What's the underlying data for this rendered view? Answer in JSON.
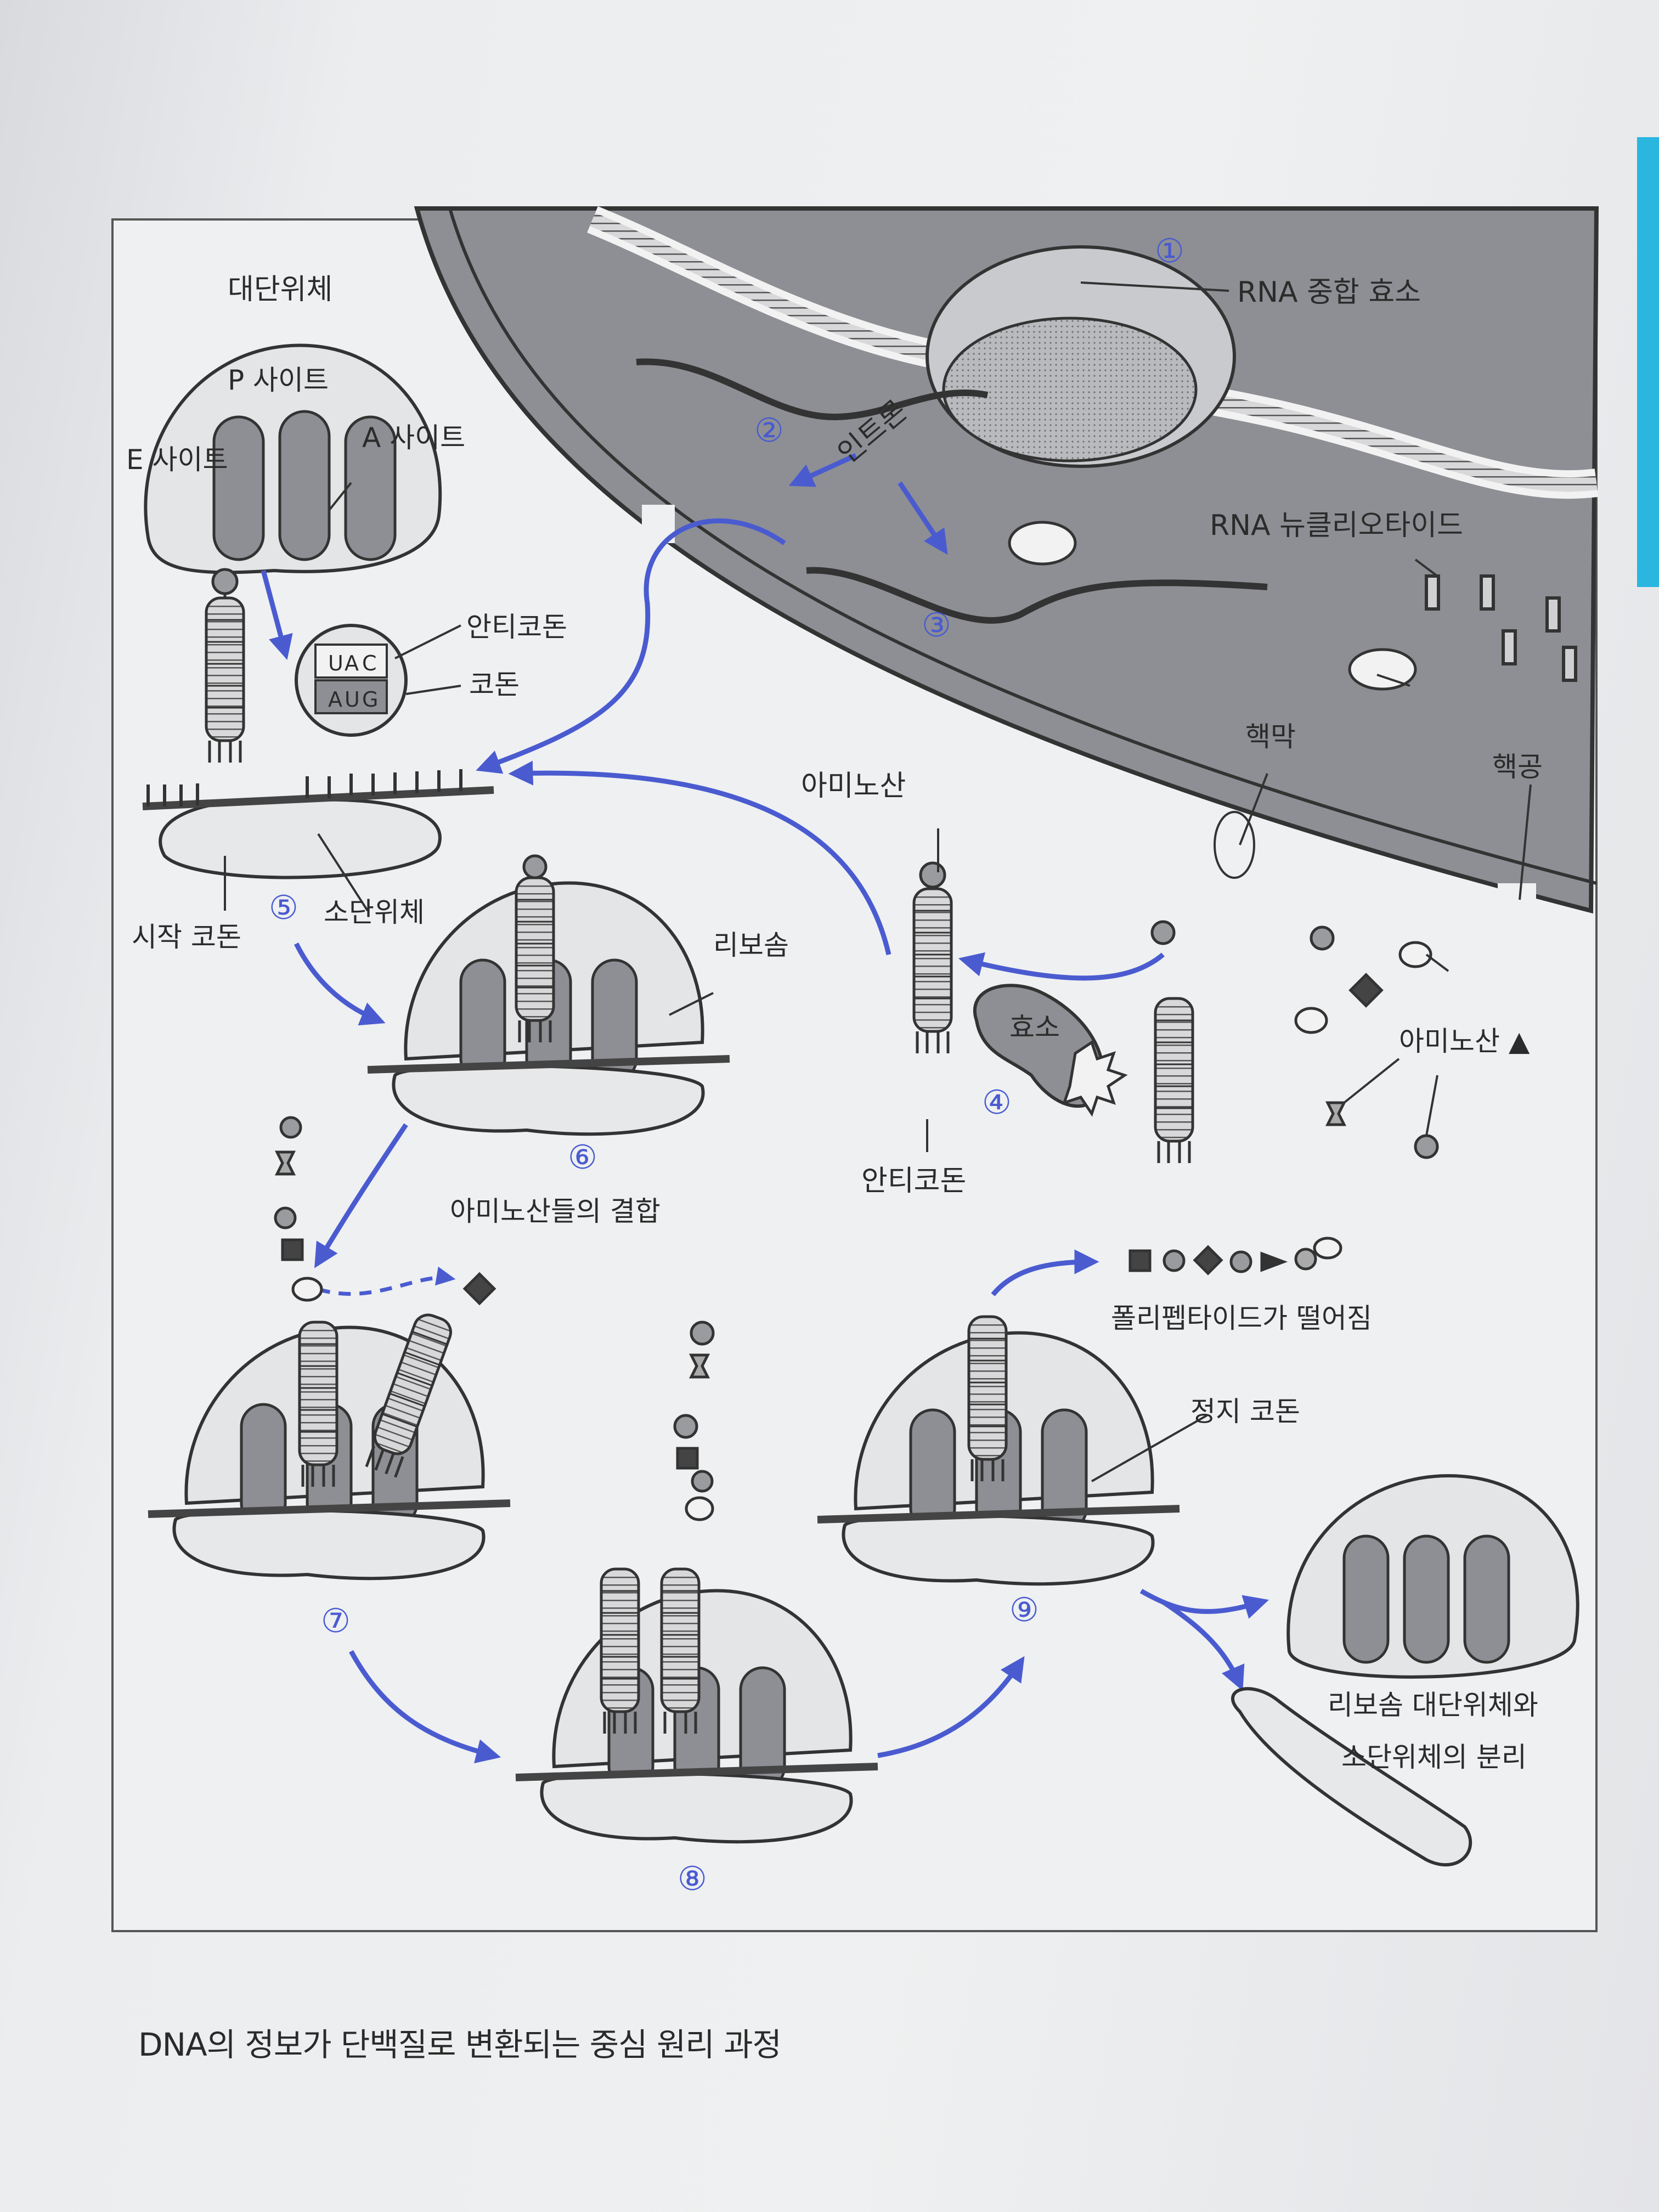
{
  "labels": {
    "large_subunit": "대단위체",
    "p_site": "P 사이트",
    "e_site": "E 사이트",
    "a_site": "A 사이트",
    "anticodon_top": "안티코돈",
    "codon": "코돈",
    "start_codon": "시작 코돈",
    "small_subunit": "소단위체",
    "ribosome": "리보솜",
    "intron": "인트론",
    "rna_polymerase": "RNA 중합 효소",
    "rna_nucleotide": "RNA 뉴클리오타이드",
    "nuclear_membrane": "핵막",
    "nuclear_pore": "핵공",
    "amino_acid_top": "아미노산",
    "enzyme": "효소",
    "anticodon_bottom": "안티코돈",
    "amino_acid_right": "아미노산 ▲",
    "amino_acid_bonding": "아미노산들의 결합",
    "polypeptide_release": "폴리펩타이드가 떨어짐",
    "stop_codon": "정지 코돈",
    "separation_line1": "리보솜 대단위체와",
    "separation_line2": "소단위체의 분리"
  },
  "codon_letters": {
    "anticodon": [
      "U",
      "A",
      "C"
    ],
    "codon": [
      "A",
      "U",
      "G"
    ]
  },
  "steps": [
    "①",
    "②",
    "③",
    "④",
    "⑤",
    "⑥",
    "⑦",
    "⑧",
    "⑨"
  ],
  "caption": "DNA의 정보가 단백질로 변환되는 중심 원리 과정",
  "colors": {
    "arrow": "#4a5bd0",
    "nucleus_fill": "#8d8f94",
    "ink": "#2b2b2b"
  }
}
